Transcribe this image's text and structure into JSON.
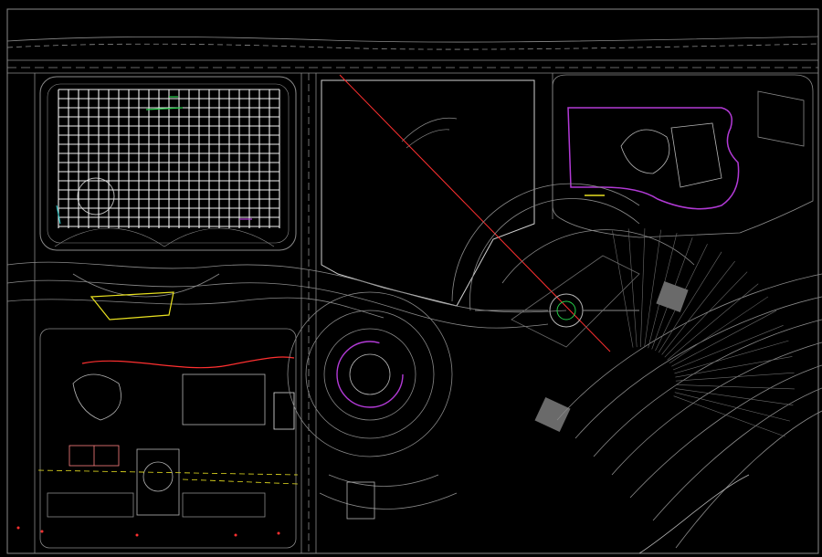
{
  "drawing": {
    "background": "#000000",
    "colors": {
      "linework": "#8a8a8a",
      "light_linework": "#b5b5b5",
      "grid": "#f2f2f2",
      "highlight": "#ffffff",
      "magenta": "#b23ad6",
      "red": "#ff3030",
      "yellow": "#e8e020",
      "green": "#26d04a",
      "cyan": "#2fd6d6",
      "blue": "#3a6cff",
      "salmon": "#ff8080"
    },
    "zones": [
      "frame",
      "upper-left-grid-block",
      "central-empty-plot",
      "upper-right-building",
      "green-corridor",
      "lower-left-campus",
      "domed-pavilion",
      "roundabout-node",
      "plaza-arc",
      "stadium-bowl",
      "diagonal-red-axis"
    ]
  }
}
